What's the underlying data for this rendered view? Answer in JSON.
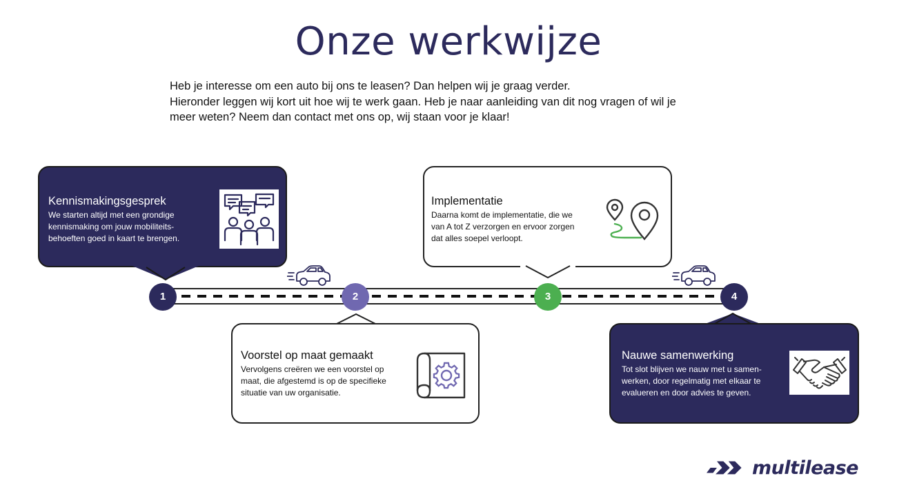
{
  "page": {
    "title": "Onze werkwijze",
    "intro": [
      "Heb je interesse om een auto bij ons te leasen? Dan helpen wij je graag verder.",
      "Hieronder leggen wij kort uit hoe wij te werk gaan. Heb je naar aanleiding van dit nog vragen of wil je",
      "meer weten? Neem dan contact met ons op, wij staan voor je klaar!"
    ]
  },
  "steps": [
    {
      "number": "1",
      "title": "Kennismakingsgesprek",
      "body": [
        "We starten altijd met een grondige",
        "kennismaking om jouw mobiliteits-",
        "behoeften goed in kaart te brengen."
      ],
      "icon": "group-chat-icon",
      "style": "dark",
      "color": "#2c2a5c"
    },
    {
      "number": "2",
      "title": "Voorstel op maat gemaakt",
      "body": [
        "Vervolgens creëren we een voorstel op",
        "maat, die afgestemd is op de specifieke",
        "situatie van uw organisatie."
      ],
      "icon": "blueprint-gear-icon",
      "style": "light",
      "color": "#7068b0"
    },
    {
      "number": "3",
      "title": "Implementatie",
      "body": [
        "Daarna komt de implementatie, die we",
        "van A tot Z verzorgen en ervoor zorgen",
        "dat alles soepel verloopt."
      ],
      "icon": "route-pins-icon",
      "style": "light",
      "color": "#4caf50"
    },
    {
      "number": "4",
      "title": "Nauwe samenwerking",
      "body": [
        "Tot slot blijven we nauw met u samen-",
        "werken, door regelmatig met elkaar te",
        "evalueren en door advies te geven."
      ],
      "icon": "handshake-icon",
      "style": "dark",
      "color": "#2c2a5c"
    }
  ],
  "brand": {
    "name": "multilease",
    "color": "#2c2a5c"
  }
}
